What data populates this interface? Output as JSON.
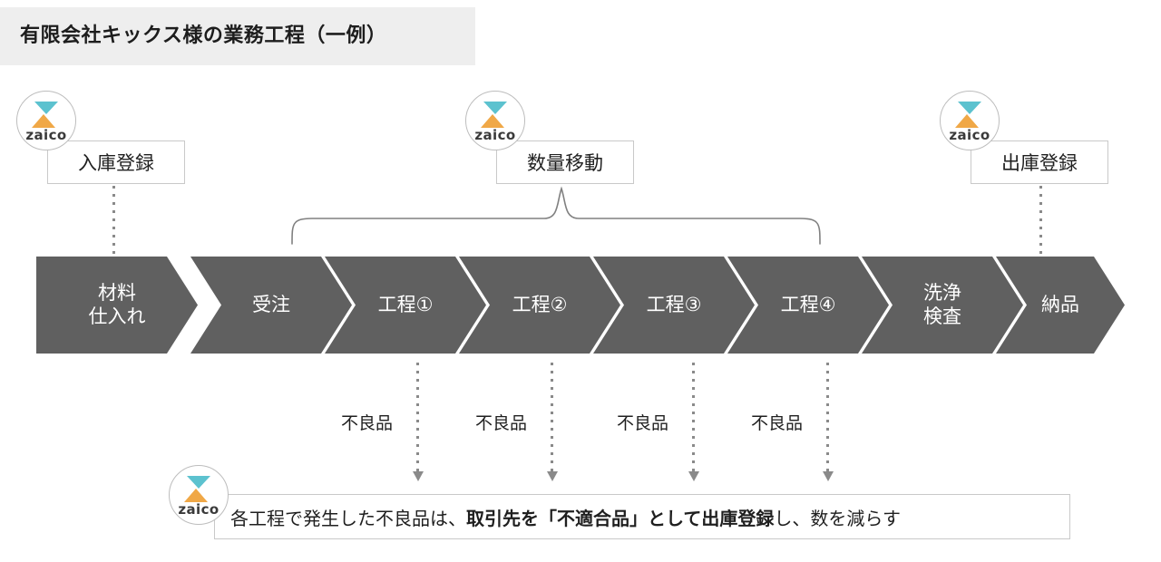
{
  "header": {
    "title": "有限会社キックス様の業務工程（一例）"
  },
  "brand": {
    "logo_icon": "zaico-logo-icon",
    "wordmark": "zaico",
    "colors": {
      "teal": "#5cc2cf",
      "orange": "#f0a847",
      "ring": "#bdbdbd"
    }
  },
  "callouts": [
    {
      "id": "inbound-registration",
      "label": "入庫登録"
    },
    {
      "id": "quantity-transfer",
      "label": "数量移動"
    },
    {
      "id": "outbound-registration",
      "label": "出庫登録"
    }
  ],
  "flow": {
    "band_color": "#606060",
    "text_color": "#ffffff",
    "steps": [
      {
        "id": "material-purchase",
        "lines": [
          "材料",
          "仕入れ"
        ]
      },
      {
        "id": "order-receipt",
        "lines": [
          "受注"
        ]
      },
      {
        "id": "process-1",
        "lines": [
          "工程①"
        ]
      },
      {
        "id": "process-2",
        "lines": [
          "工程②"
        ]
      },
      {
        "id": "process-3",
        "lines": [
          "工程③"
        ]
      },
      {
        "id": "process-4",
        "lines": [
          "工程④"
        ]
      },
      {
        "id": "cleaning-inspection",
        "lines": [
          "洗浄",
          "検査"
        ]
      },
      {
        "id": "delivery",
        "lines": [
          "納品"
        ]
      }
    ]
  },
  "defects": [
    {
      "id": "defect-1",
      "label": "不良品"
    },
    {
      "id": "defect-2",
      "label": "不良品"
    },
    {
      "id": "defect-3",
      "label": "不良品"
    },
    {
      "id": "defect-4",
      "label": "不良品"
    }
  ],
  "note": {
    "lead": "各工程で発生した不良品は、",
    "emphasis": "取引先を「不適合品」として出庫登録",
    "tail": "し、数を減らす"
  }
}
